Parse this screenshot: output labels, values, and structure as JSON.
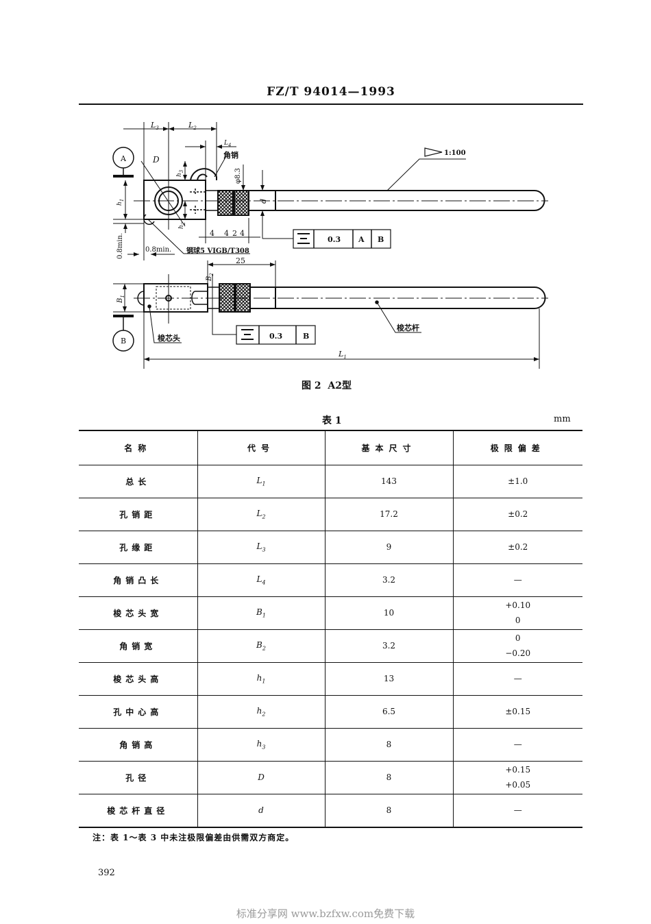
{
  "header": {
    "standard_number": "FZ/T 94014—1993"
  },
  "figure": {
    "caption": "图 2  A2型",
    "labels": {
      "L3": "L3",
      "L2": "L2",
      "L4": "L4",
      "D": "D",
      "h3": "h3",
      "h1": "h1",
      "h2": "h2",
      "corner_pin": "角销",
      "phi": "φ8.3",
      "d": "d",
      "taper": "1:100",
      "dims": [
        "4",
        "4",
        "2",
        "4"
      ],
      "min_v": "0.8min.",
      "min_h": "0.8min.",
      "steel_ball": "钢球5 VIGB/T308",
      "dim_25": "25",
      "B2": "B2",
      "B1": "B1",
      "head": "梭芯头",
      "rod": "梭芯杆",
      "L1": "L1",
      "datum_a": "A",
      "datum_b": "B"
    },
    "tolerance_frame_1": {
      "symbol": "symmetry",
      "value": "0.3",
      "datum1": "A",
      "datum2": "B"
    },
    "tolerance_frame_2": {
      "symbol": "symmetry",
      "value": "0.3",
      "datum1": "B"
    }
  },
  "table": {
    "title": "表 1",
    "unit": "mm",
    "columns": [
      "名称",
      "代号",
      "基本尺寸",
      "极限偏差"
    ],
    "rows": [
      {
        "name": "总长",
        "code": "L1",
        "size": "143",
        "tol": [
          "±1.0"
        ]
      },
      {
        "name": "孔销距",
        "code": "L2",
        "size": "17.2",
        "tol": [
          "±0.2"
        ]
      },
      {
        "name": "孔缘距",
        "code": "L3",
        "size": "9",
        "tol": [
          "±0.2"
        ]
      },
      {
        "name": "角销凸长",
        "code": "L4",
        "size": "3.2",
        "tol": [
          "—"
        ]
      },
      {
        "name": "梭芯头宽",
        "code": "B1",
        "size": "10",
        "tol": [
          "+0.10",
          "0"
        ]
      },
      {
        "name": "角销宽",
        "code": "B2",
        "size": "3.2",
        "tol": [
          "0",
          "−0.20"
        ]
      },
      {
        "name": "梭芯头高",
        "code": "h1",
        "size": "13",
        "tol": [
          "—"
        ]
      },
      {
        "name": "孔中心高",
        "code": "h2",
        "size": "6.5",
        "tol": [
          "±0.15"
        ]
      },
      {
        "name": "角销高",
        "code": "h3",
        "size": "8",
        "tol": [
          "—"
        ]
      },
      {
        "name": "孔径",
        "code": "D",
        "size": "8",
        "tol": [
          "+0.15",
          "+0.05"
        ]
      },
      {
        "name": "梭芯杆直径",
        "code": "d",
        "size": "8",
        "tol": [
          "—"
        ]
      }
    ]
  },
  "note": "注：表 1～表 3 中未注极限偏差由供需双方商定。",
  "page_number": "392",
  "watermark": "标准分享网 www.bzfxw.com免费下载"
}
